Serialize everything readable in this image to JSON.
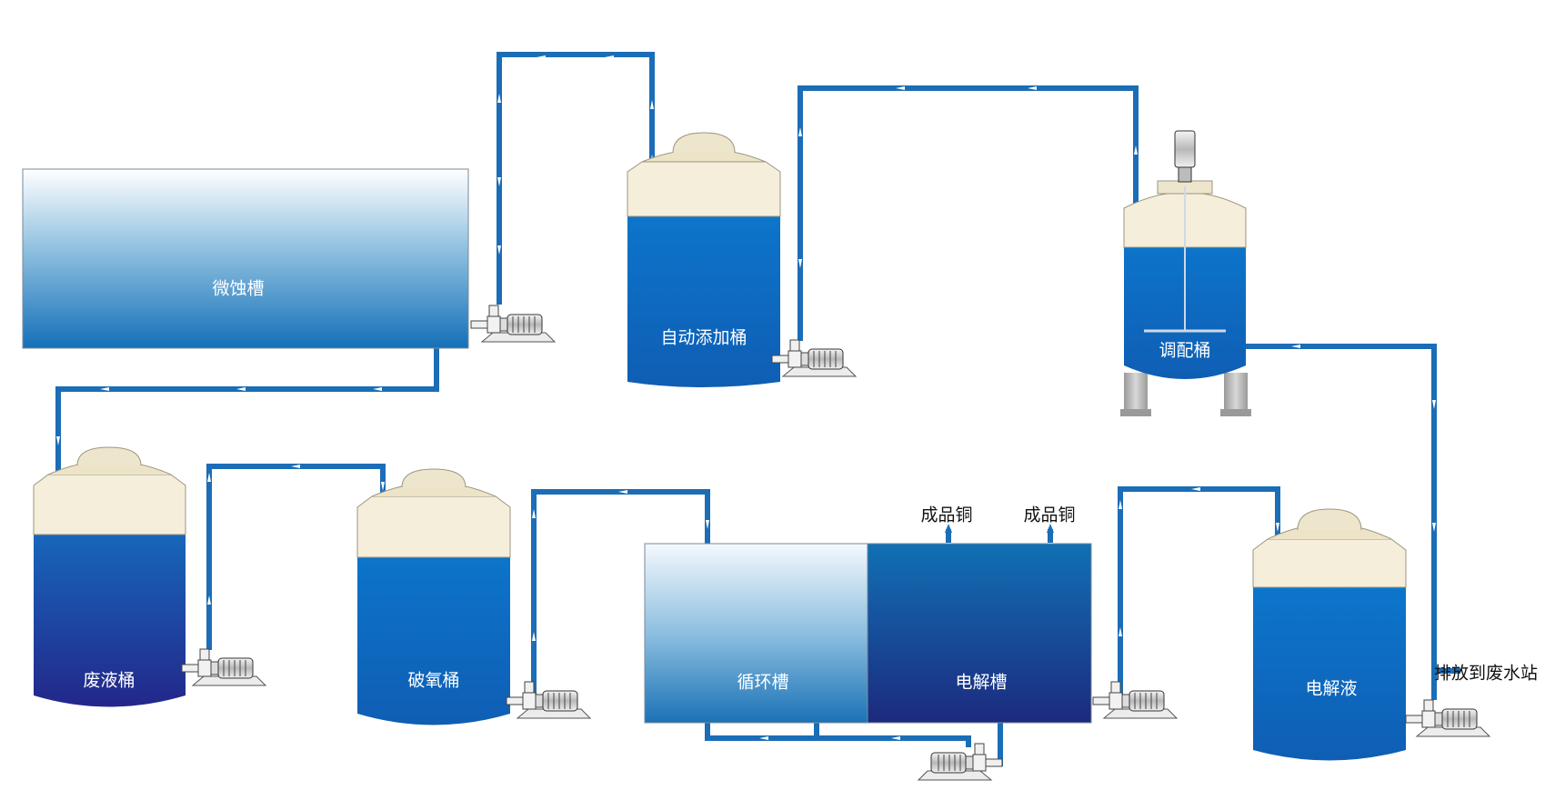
{
  "labels": {
    "micro_etch_tank": "微蚀槽",
    "auto_dosing_barrel": "自动添加桶",
    "mixing_barrel": "调配桶",
    "waste_liquid_barrel": "废液桶",
    "oxygen_breaking_barrel": "破氧桶",
    "circulation_tank": "循环槽",
    "electrolysis_tank": "电解槽",
    "electrolyte": "电解液",
    "finished_copper_1": "成品铜",
    "finished_copper_2": "成品铜",
    "discharge_to_wastewater": "排放到废水站"
  },
  "colors": {
    "pipe": "#1b6db6",
    "tank_light": "#ffffff",
    "tank_mid": "#5aa0d0",
    "tank_dark": "#1470b8",
    "barrel_liquid": "#0f6ec6",
    "electrolysis_dark": "#1a2a80",
    "cap": "#f3ecd6",
    "outline": "#8a8a7a",
    "pump": "#e8e8e8"
  },
  "icons": [
    "centrifugal-pump-icon",
    "agitator-motor-icon",
    "flow-arrow-icon"
  ]
}
